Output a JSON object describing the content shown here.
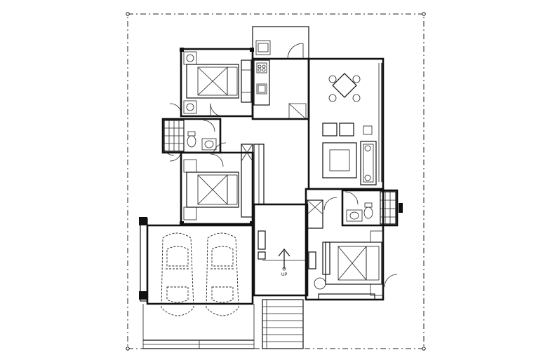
{
  "plan": {
    "stair_label": "UP",
    "colors": {
      "line": "#111111",
      "background": "#ffffff"
    },
    "rooms": [
      "bedroom",
      "bedroom",
      "master-bedroom",
      "kitchen",
      "dining",
      "living",
      "bathroom",
      "bathroom",
      "garage",
      "stair",
      "entry-steps"
    ]
  }
}
